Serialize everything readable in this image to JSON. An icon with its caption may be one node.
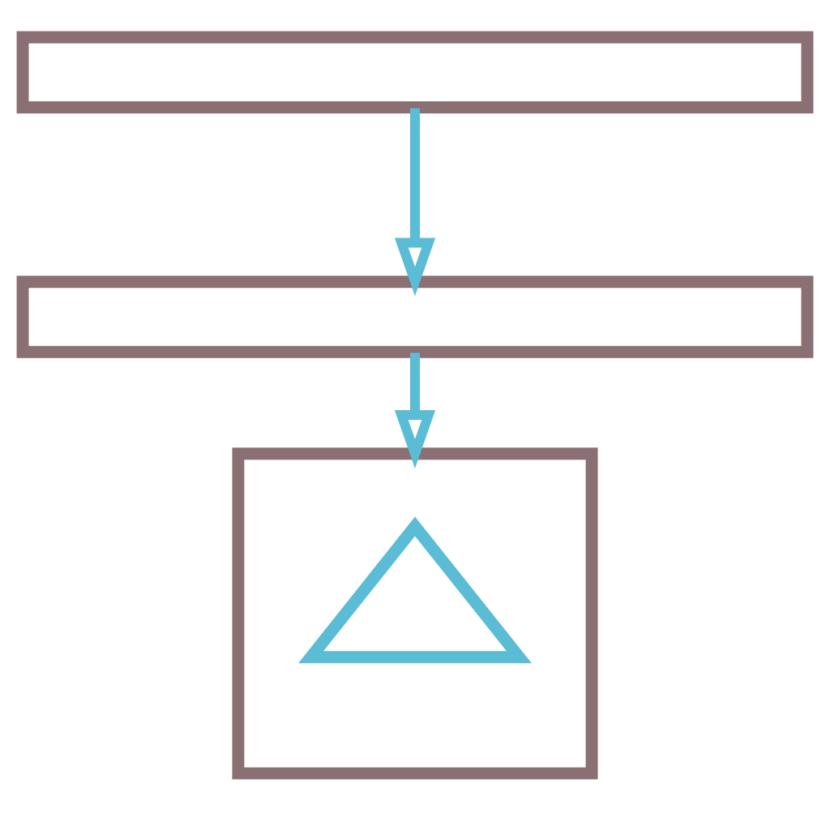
{
  "diagram": {
    "nodes": [
      {
        "text": [],
        "shape": "box"
      },
      {
        "text": [],
        "shape": "box"
      },
      {
        "text": [],
        "shape": "box"
      },
      {
        "text": [],
        "shape": "recycle",
        "in": 2
      }
    ],
    "edges": [
      {
        "from": 0,
        "to": 1,
        "arrow": "to"
      },
      {
        "from": 1,
        "to": 2,
        "arrow": "to"
      }
    ]
  }
}
